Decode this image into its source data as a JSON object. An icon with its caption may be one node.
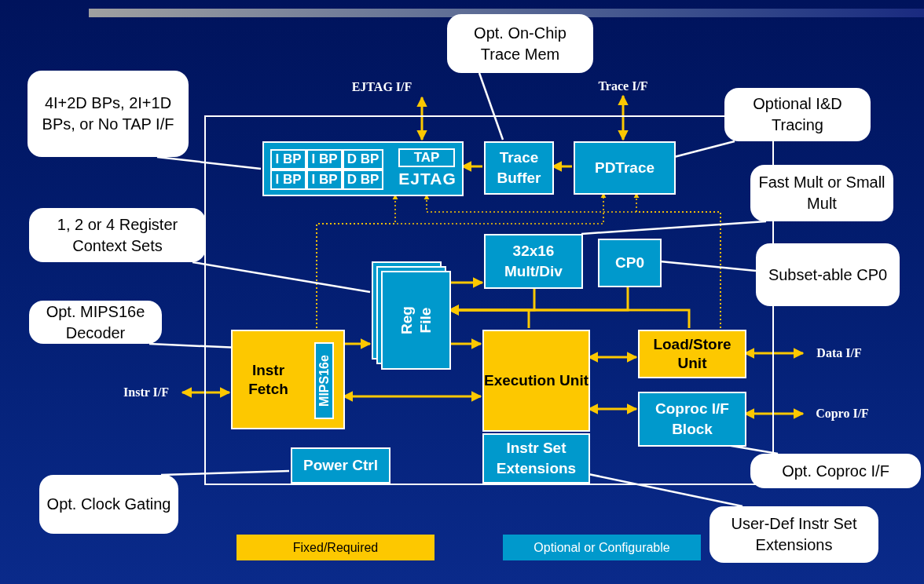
{
  "diagram": {
    "nodes": [
      {
        "text": [],
        "shape": "box"
      },
      {
        "text": [
          "EJTAG"
        ],
        "in": 0
      },
      {
        "text": [
          "I BP"
        ],
        "in": 1
      },
      {
        "text": [
          "I BP"
        ],
        "in": 1
      },
      {
        "text": [
          "D BP"
        ],
        "in": 1
      },
      {
        "text": [
          "I BP"
        ],
        "in": 1
      },
      {
        "text": [
          "I BP"
        ],
        "in": 1
      },
      {
        "text": [
          "D BP"
        ],
        "in": 1
      },
      {
        "text": [
          "TAP"
        ],
        "in": 1
      },
      {
        "text": [
          "Trace Buffer"
        ],
        "in": 0
      },
      {
        "text": [
          "PDTrace"
        ],
        "in": 0
      },
      {
        "text": [
          "32x16 Mult/Div"
        ],
        "in": 0
      },
      {
        "text": [
          "CP0"
        ],
        "in": 0
      },
      {
        "text": [
          "Reg File"
        ],
        "in": 0
      },
      {
        "text": [
          "Instr Fetch"
        ],
        "in": 0
      },
      {
        "text": [
          "MIPS16e"
        ],
        "in": 14
      },
      {
        "text": [
          "Execution Unit"
        ],
        "in": 0
      },
      {
        "text": [
          "Instr Set Extensions"
        ],
        "in": 0
      },
      {
        "text": [
          "Load/Store Unit"
        ],
        "in": 0
      },
      {
        "text": [
          "Coproc I/F Block"
        ],
        "in": 0
      },
      {
        "text": [
          "Power Ctrl"
        ],
        "in": 0
      },
      {
        "text": [
          "4I+2D BPs, 2I+1D BPs, or No TAP I/F"
        ]
      },
      {
        "text": [
          "Opt. On-Chip Trace Mem"
        ]
      },
      {
        "text": [
          "Optional I&D Tracing"
        ]
      },
      {
        "text": [
          "Fast Mult or Small Mult"
        ]
      },
      {
        "text": [
          "1, 2 or 4 Register Context Sets"
        ]
      },
      {
        "text": [
          "Subset-able CP0"
        ]
      },
      {
        "text": [
          "Opt. MIPS16e Decoder"
        ]
      },
      {
        "text": [
          "Opt. Coproc I/F"
        ]
      },
      {
        "text": [
          "Opt. Clock Gating"
        ]
      },
      {
        "text": [
          "User-Def Instr Set Extensions"
        ]
      },
      {
        "text": [
          "EJTAG I/F"
        ]
      },
      {
        "text": [
          "Trace I/F"
        ]
      },
      {
        "text": [
          "Instr I/F"
        ]
      },
      {
        "text": [
          "Data I/F"
        ]
      },
      {
        "text": [
          "Copro I/F"
        ]
      }
    ],
    "edges": [
      {
        "from": 31,
        "to": 1,
        "arrow": "both"
      },
      {
        "from": 9,
        "to": 1,
        "arrow": "to"
      },
      {
        "from": 10,
        "to": 9,
        "arrow": "to"
      },
      {
        "from": 32,
        "to": 10,
        "arrow": "both"
      },
      {
        "from": 33,
        "to": 14,
        "arrow": "both"
      },
      {
        "from": 34,
        "to": 18,
        "arrow": "both"
      },
      {
        "from": 35,
        "to": 19,
        "arrow": "both"
      },
      {
        "from": 14,
        "to": 13,
        "arrow": "to"
      },
      {
        "from": 13,
        "to": 11,
        "arrow": "to"
      },
      {
        "from": 13,
        "to": 16,
        "arrow": "to"
      },
      {
        "from": 14,
        "to": 16,
        "arrow": "both"
      },
      {
        "from": 16,
        "to": 18,
        "arrow": "both"
      },
      {
        "from": 16,
        "to": 19,
        "arrow": "both"
      },
      {
        "from": 11,
        "to": 13,
        "arrow": "to"
      },
      {
        "from": 12,
        "to": 13,
        "arrow": "to"
      },
      {
        "from": 16,
        "to": 13,
        "arrow": "to"
      },
      {
        "from": 18,
        "to": 13,
        "arrow": "to"
      },
      {
        "from": 14,
        "to": 1,
        "arrow": "to",
        "style": "dashed"
      },
      {
        "from": 14,
        "to": 10,
        "arrow": "to",
        "style": "dashed"
      },
      {
        "from": 18,
        "to": 1,
        "arrow": "to",
        "style": "dashed"
      },
      {
        "from": 18,
        "to": 10,
        "arrow": "to",
        "style": "dashed"
      },
      {
        "from": 21,
        "to": 1,
        "arrow": "none",
        "color": "#ffffff"
      },
      {
        "from": 22,
        "to": 9,
        "arrow": "none",
        "color": "#ffffff"
      },
      {
        "from": 23,
        "to": 10,
        "arrow": "none",
        "color": "#ffffff"
      },
      {
        "from": 24,
        "to": 11,
        "arrow": "none",
        "color": "#ffffff"
      },
      {
        "from": 25,
        "to": 13,
        "arrow": "none",
        "color": "#ffffff"
      },
      {
        "from": 26,
        "to": 12,
        "arrow": "none",
        "color": "#ffffff"
      },
      {
        "from": 27,
        "to": 15,
        "arrow": "none",
        "color": "#ffffff"
      },
      {
        "from": 28,
        "to": 19,
        "arrow": "none",
        "color": "#ffffff"
      },
      {
        "from": 29,
        "to": 20,
        "arrow": "none",
        "color": "#ffffff"
      },
      {
        "from": 30,
        "to": 17,
        "arrow": "none",
        "color": "#ffffff"
      }
    ],
    "legend": [
      {
        "text": "Fixed/Required",
        "color": "#fdc800"
      },
      {
        "text": "Optional or Configurable",
        "color": "#0099cc"
      }
    ]
  }
}
